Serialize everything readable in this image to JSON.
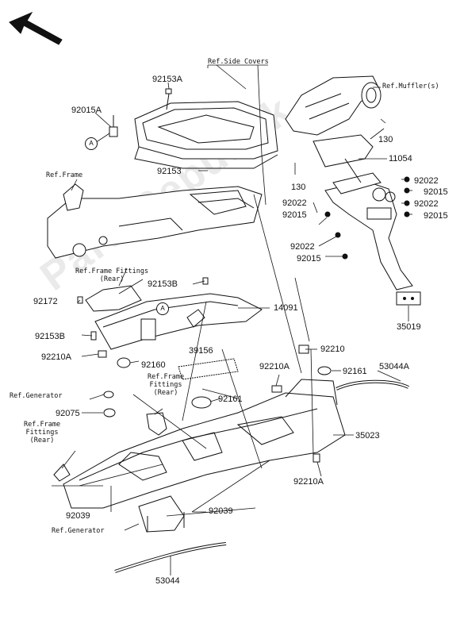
{
  "watermark": "PartsRepublik",
  "callouts": {
    "a_top": "A",
    "a_mid": "A"
  },
  "labels": {
    "p92153A": "92153A",
    "p92015A": "92015A",
    "p92153_top": "92153",
    "p92172": "92172",
    "p92153B_1": "92153B",
    "p92153B_2": "92153B",
    "p92210A_1": "92210A",
    "p92160": "92160",
    "p39156": "39156",
    "p92075": "92075",
    "p92039_left": "92039",
    "p92039_right": "92039",
    "p53044": "53044",
    "p14091": "14091",
    "p92210": "92210",
    "p92210A_2": "92210A",
    "p92161_1": "92161",
    "p92161_2": "92161",
    "p53044A": "53044A",
    "p35023": "35023",
    "p92210A_3": "92210A",
    "p130_1": "130",
    "p130_2": "130",
    "p11054": "11054",
    "p92022_1": "92022",
    "p92015_1": "92015",
    "p92022_2": "92022",
    "p92015_2": "92015",
    "p92022_3": "92022",
    "p92015_3": "92015",
    "p92022_4": "92022",
    "p92015_4": "92015",
    "p35019": "35019"
  },
  "refs": {
    "side_covers": "Ref.Side Covers",
    "muffler": "Ref.Muffler(s)",
    "frame": "Ref.Frame",
    "frame_fittings_1": "Ref.Frame Fittings\n(Rear)",
    "frame_fittings_2": "Ref.Frame\nFittings\n(Rear)",
    "generator_1": "Ref.Generator",
    "frame_fittings_3": "Ref.Frame\nFittings\n(Rear)",
    "generator_2": "Ref.Generator"
  }
}
